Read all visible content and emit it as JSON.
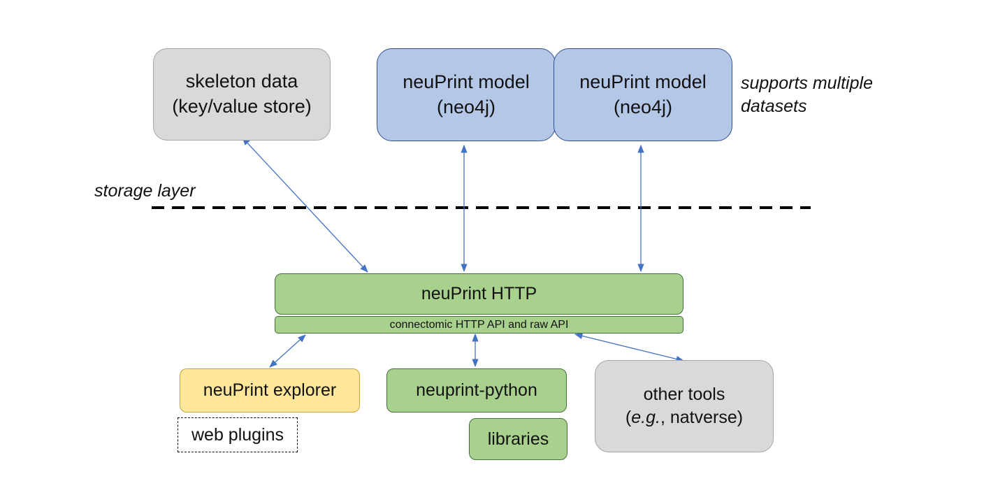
{
  "nodes": {
    "skeleton": {
      "line1": "skeleton data",
      "line2": "(key/value store)"
    },
    "model1": {
      "line1": "neuPrint model",
      "line2": "(neo4j)"
    },
    "model2": {
      "line1": "neuPrint model",
      "line2": "(neo4j)"
    },
    "http": {
      "label": "neuPrint HTTP"
    },
    "api": {
      "label": "connectomic HTTP API and raw API"
    },
    "explorer": {
      "label": "neuPrint explorer"
    },
    "plugins": {
      "label": "web plugins"
    },
    "python": {
      "label": "neuprint-python"
    },
    "libraries": {
      "label": "libraries"
    },
    "other": {
      "line1": "other tools",
      "eg": "e.g.",
      "rest": ", natverse)"
    }
  },
  "annotations": {
    "storage_layer": "storage layer",
    "supports_line1": "supports multiple",
    "supports_line2": "datasets"
  },
  "colors": {
    "gray_fill": "#d9d9d9",
    "blue_fill": "#b4c7e7",
    "green_fill": "#a9d18e",
    "yellow_fill": "#ffe699",
    "arrow": "#4472c4"
  }
}
